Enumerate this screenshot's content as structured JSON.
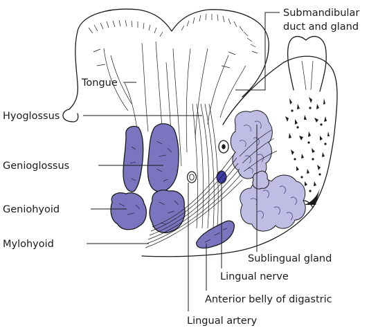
{
  "labels": {
    "submandibular_line1": "Submandibular",
    "submandibular_line2": "duct and gland",
    "tongue": "Tongue",
    "hyoglossus": "Hyoglossus",
    "genioglossus": "Genioglossus",
    "geniohyoid": "Geniohyoid",
    "mylohyoid": "Mylohyoid",
    "sublingual_gland": "Sublingual gland",
    "lingual_nerve": "Lingual nerve",
    "anterior_belly_of_digastric": "Anterior belly of digastric",
    "lingual_artery": "Lingual artery"
  },
  "colors": {
    "muscle": "#7b74bf",
    "gland": "#bfbde3",
    "nerve": "#3e3aa6",
    "ink": "#1a1a1a"
  }
}
